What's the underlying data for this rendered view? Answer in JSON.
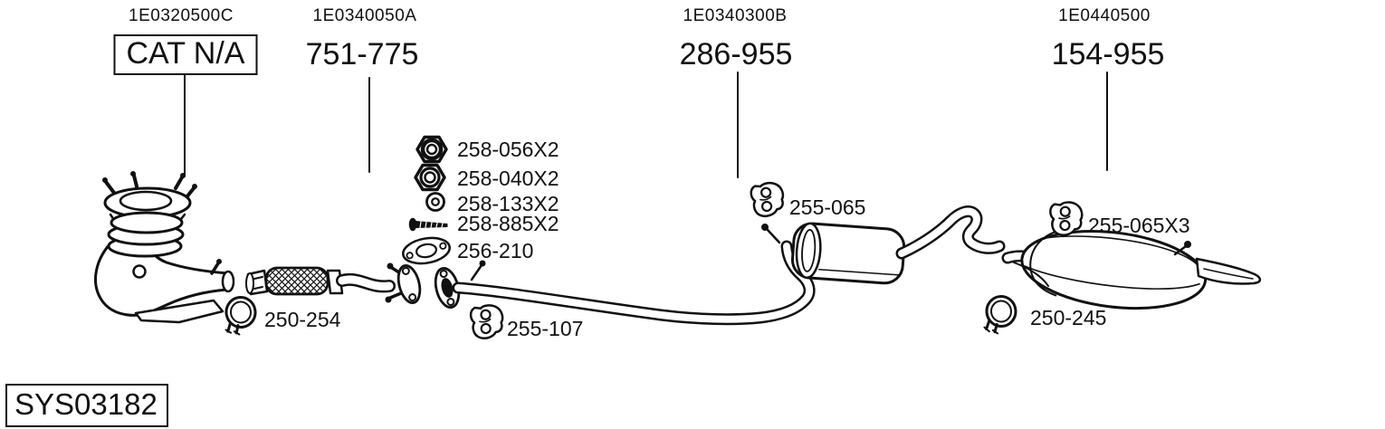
{
  "colors": {
    "ink": "#111111",
    "background": "#ffffff"
  },
  "figure": {
    "drawing_id": "SYS03182"
  },
  "part_groups": [
    {
      "ref_code": "1E0320500C",
      "part_number": "CAT N/A",
      "boxed": true
    },
    {
      "ref_code": "1E0340050A",
      "part_number": "751-775",
      "boxed": false
    },
    {
      "ref_code": "1E0340300B",
      "part_number": "286-955",
      "boxed": false
    },
    {
      "ref_code": "1E0440500",
      "part_number": "154-955",
      "boxed": false
    }
  ],
  "mounting_hardware": [
    {
      "icon": "hex-nut-icon",
      "part_number": "258-056X2"
    },
    {
      "icon": "hex-nut-icon",
      "part_number": "258-040X2"
    },
    {
      "icon": "washer-icon",
      "part_number": "258-133X2"
    },
    {
      "icon": "bolt-icon",
      "part_number": "258-885X2"
    },
    {
      "icon": "gasket-icon",
      "part_number": "256-210"
    }
  ],
  "component_callouts": [
    {
      "icon": "clamp-icon",
      "part_number": "250-254"
    },
    {
      "icon": "rubber-hanger-icon",
      "part_number": "255-107"
    },
    {
      "icon": "rubber-hanger-icon",
      "part_number": "255-065"
    },
    {
      "icon": "rubber-hanger-icon",
      "part_number": "255-065X3"
    },
    {
      "icon": "clamp-icon",
      "part_number": "250-245"
    }
  ]
}
